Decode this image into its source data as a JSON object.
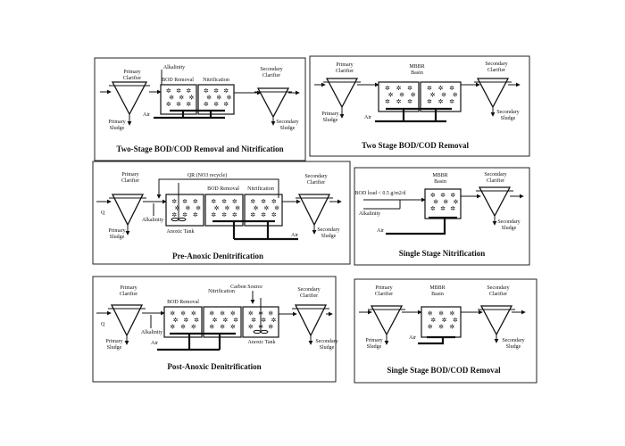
{
  "labels": {
    "primary_clarifier": "Primary\nClarifier",
    "primary_sludge": "Primary\nSludge",
    "secondary_clarifier": "Secondary\nClarifier",
    "secondary_sludge": "Secondary\nSludge",
    "alkalinity": "Alkalinity",
    "air": "Air",
    "bod_removal": "BOD Removal",
    "nitrification": "Nitrification",
    "mbbr_basin": "MBBR\nBasin",
    "anoxic_tank": "Anoxic Tank",
    "carbon_source": "Carbon Source",
    "q_r": "Q",
    "q_r_sub": "R",
    "q_r_text": "(NO",
    "q_r_text2": "3",
    "q_r_text3": " recycle)",
    "q_o": "Q",
    "q_o_sub": "o",
    "bod_load": "BOD load < 0.5 g/m",
    "bod_load_sup": "2",
    "bod_load_end": "/d"
  },
  "panels": [
    {
      "caption": "Two-Stage BOD/COD Removal and Nitrification"
    },
    {
      "caption": "Two Stage BOD/COD Removal"
    },
    {
      "caption": "Pre-Anoxic Denitrification"
    },
    {
      "caption": "Single Stage Nitrification"
    },
    {
      "caption": "Post-Anoxic Denitrification"
    },
    {
      "caption": "Single Stage BOD/COD Removal"
    }
  ]
}
